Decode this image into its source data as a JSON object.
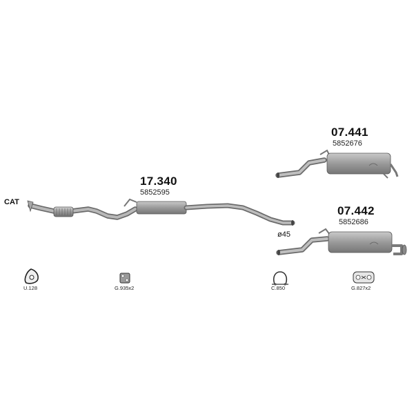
{
  "diagram": {
    "start_label": "CAT",
    "diameter_label": "ø45",
    "parts": [
      {
        "id": "front",
        "part_number": "17.340",
        "oem_number": "5852595"
      },
      {
        "id": "rear-a",
        "part_number": "07.441",
        "oem_number": "5852676"
      },
      {
        "id": "rear-b",
        "part_number": "07.442",
        "oem_number": "5852686"
      }
    ],
    "accessories": [
      {
        "code": "U.128",
        "icon": "gasket-icon"
      },
      {
        "code": "G.935x2",
        "icon": "rubber-hanger-icon"
      },
      {
        "code": "C.850",
        "icon": "clamp-icon"
      },
      {
        "code": "G.827x2",
        "icon": "double-hanger-icon"
      }
    ]
  }
}
